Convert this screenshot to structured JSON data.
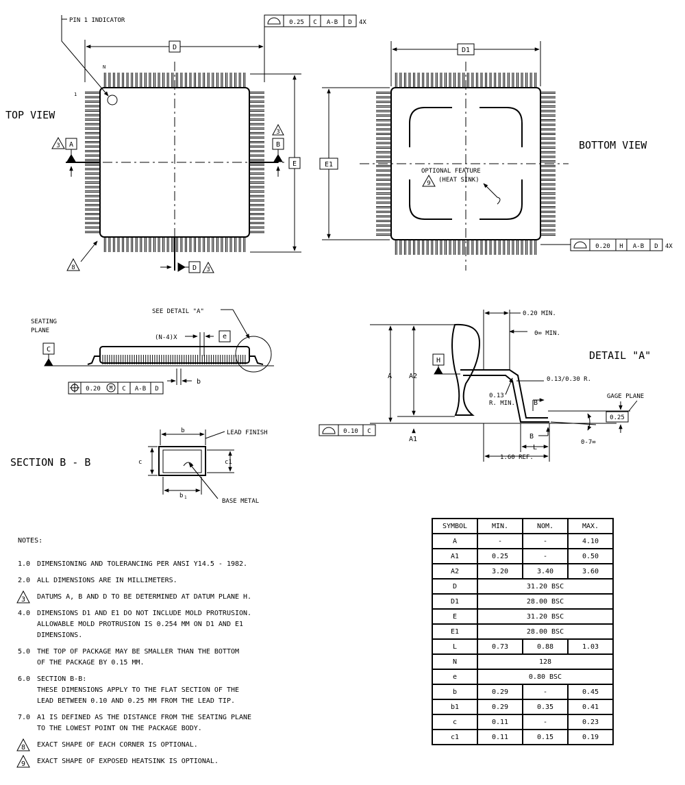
{
  "labels": {
    "pin1_indicator": "PIN 1 INDICATOR",
    "top_view": "TOP VIEW",
    "bottom_view": "BOTTOM VIEW",
    "see_detail_a": "SEE DETAIL \"A\"",
    "seating_plane_1": "SEATING",
    "seating_plane_2": "PLANE",
    "n4x": "(N-4)X",
    "detail_a": "DETAIL \"A\"",
    "section_bb": "SECTION B - B",
    "lead_finish": "LEAD FINISH",
    "base_metal": "BASE METAL",
    "optional_feature": "OPTIONAL FEATURE",
    "heat_sink": "(HEAT SINK)",
    "min_020": "0.20 MIN.",
    "zero_min": "0∞ MIN.",
    "r_013_030": "0.13/0.30 R.",
    "r_013_a": "0.13",
    "r_013_b": "R. MIN.",
    "gage_plane": "GAGE PLANE",
    "ref_160": "1.60 REF.",
    "angle_0_7": "0-7∞",
    "pin_n": "N",
    "pin_1": "1",
    "four_x": "4X"
  },
  "dims": {
    "D": "D",
    "D1": "D1",
    "E": "E",
    "E1": "E1",
    "A": "A",
    "A1": "A1",
    "A2": "A2",
    "L": "L",
    "b": "b",
    "b1": "b",
    "c": "c",
    "c1": "c1",
    "e": "e",
    "B": "B",
    "C": "C",
    "H": "H",
    "val_025": "0.25"
  },
  "fcf": {
    "top": [
      "0.25",
      "C",
      "A-B",
      "D"
    ],
    "bottom": [
      "0.20",
      "H",
      "A-B",
      "D"
    ],
    "position": [
      "0.20",
      "M",
      "C",
      "A-B",
      "D"
    ],
    "coplanarity": [
      "0.10",
      "C"
    ]
  },
  "flags": [
    "3",
    "8",
    "9"
  ],
  "notes": {
    "title": "NOTES:",
    "items": [
      {
        "num": "1.0",
        "text": "DIMENSIONING AND TOLERANCING PER ANSI Y14.5 - 1982."
      },
      {
        "num": "2.0",
        "text": "ALL DIMENSIONS ARE IN MILLIMETERS."
      },
      {
        "flag": "3",
        "text": "DATUMS A, B AND D TO BE DETERMINED AT DATUM PLANE H."
      },
      {
        "num": "4.0",
        "text": "DIMENSIONS D1 AND E1 DO NOT INCLUDE MOLD PROTRUSION.\nALLOWABLE MOLD PROTRUSION IS 0.254 MM ON D1 AND E1\nDIMENSIONS."
      },
      {
        "num": "5.0",
        "text": "THE TOP OF PACKAGE MAY BE SMALLER THAN THE BOTTOM\nOF THE PACKAGE BY 0.15 MM."
      },
      {
        "num": "6.0",
        "text": "SECTION B-B:\nTHESE DIMENSIONS APPLY TO THE FLAT SECTION OF THE\nLEAD BETWEEN 0.10 AND 0.25 MM FROM THE LEAD TIP."
      },
      {
        "num": "7.0",
        "text": "A1 IS DEFINED AS THE DISTANCE FROM THE SEATING PLANE\nTO THE LOWEST POINT ON THE PACKAGE BODY."
      },
      {
        "flag": "8",
        "text": "EXACT SHAPE OF EACH CORNER IS OPTIONAL."
      },
      {
        "flag": "9",
        "text": "EXACT SHAPE OF EXPOSED HEATSINK IS OPTIONAL."
      }
    ]
  },
  "table": {
    "headers": [
      "SYMBOL",
      "MIN.",
      "NOM.",
      "MAX."
    ],
    "rows": [
      [
        "A",
        "-",
        "-",
        "4.10"
      ],
      [
        "A1",
        "0.25",
        "-",
        "0.50"
      ],
      [
        "A2",
        "3.20",
        "3.40",
        "3.60"
      ],
      [
        "D",
        "31.20 BSC"
      ],
      [
        "D1",
        "28.00 BSC"
      ],
      [
        "E",
        "31.20 BSC"
      ],
      [
        "E1",
        "28.00 BSC"
      ],
      [
        "L",
        "0.73",
        "0.88",
        "1.03"
      ],
      [
        "N",
        "128"
      ],
      [
        "e",
        "0.80 BSC"
      ],
      [
        "b",
        "0.29",
        "-",
        "0.45"
      ],
      [
        "b1",
        "0.29",
        "0.35",
        "0.41"
      ],
      [
        "c",
        "0.11",
        "-",
        "0.23"
      ],
      [
        "c1",
        "0.11",
        "0.15",
        "0.19"
      ]
    ]
  }
}
